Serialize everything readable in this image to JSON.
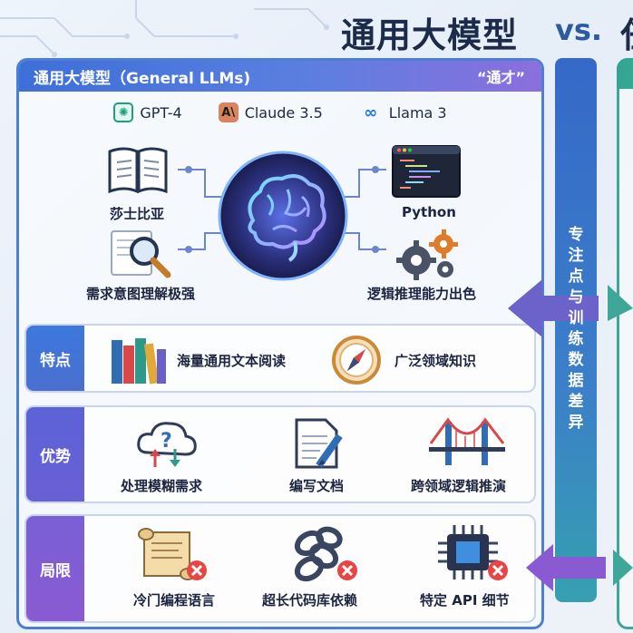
{
  "title": {
    "main": "通用大模型",
    "vs": "vs.",
    "right_fragment": "任"
  },
  "general_panel": {
    "title": "通用大模型（General LLMs)",
    "tag": "“通才”",
    "models": [
      {
        "name": "GPT-4",
        "icon": "openai-logo-icon"
      },
      {
        "name": "Claude 3.5",
        "icon": "anthropic-logo-icon"
      },
      {
        "name": "Llama 3",
        "icon": "meta-logo-icon"
      }
    ],
    "hub_items": [
      {
        "label": "莎士比亚",
        "icon": "book-icon"
      },
      {
        "label": "需求意图理解极强",
        "icon": "magnifier-document-icon"
      },
      {
        "label": "Python",
        "icon": "code-editor-icon"
      },
      {
        "label": "逻辑推理能力出色",
        "icon": "gears-icon"
      }
    ],
    "features": {
      "label": "特点",
      "items": [
        {
          "label": "海量通用文本阅读",
          "icon": "books-icon"
        },
        {
          "label": "广泛领域知识",
          "icon": "compass-icon"
        }
      ]
    },
    "advantages": {
      "label": "优势",
      "items": [
        {
          "label": "处理模糊需求",
          "icon": "cloud-question-icon"
        },
        {
          "label": "编写文档",
          "icon": "document-pen-icon"
        },
        {
          "label": "跨领域逻辑推演",
          "icon": "bridge-icon"
        }
      ]
    },
    "limitations": {
      "label": "局限",
      "items": [
        {
          "label": "冷门编程语言",
          "icon": "scroll-error-icon"
        },
        {
          "label": "超长代码库依赖",
          "icon": "chain-error-icon"
        },
        {
          "label": "特定 API 细节",
          "icon": "chip-error-icon"
        }
      ]
    }
  },
  "divider_text": "专注点与训练数据差异",
  "colors": {
    "primary_blue": "#3d6fd8",
    "purple": "#8b6fdd",
    "teal": "#3fa79a",
    "error_red": "#e84545"
  }
}
